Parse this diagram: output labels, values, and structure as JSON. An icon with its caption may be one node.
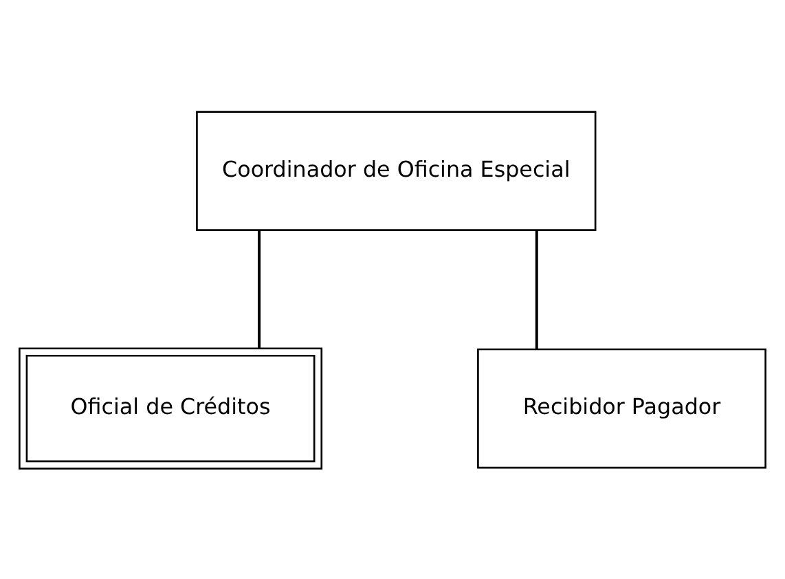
{
  "diagram": {
    "nodes": [
      {
        "text": [
          "Coordinador de Oficina Especial"
        ]
      },
      {
        "text": [
          "Oficial de Créditos"
        ]
      },
      {
        "text": [
          "Recibidor Pagador"
        ]
      }
    ],
    "edges": [
      {
        "from": 0,
        "to": 1,
        "arrow": "none"
      },
      {
        "from": 0,
        "to": 2,
        "arrow": "none"
      }
    ]
  }
}
